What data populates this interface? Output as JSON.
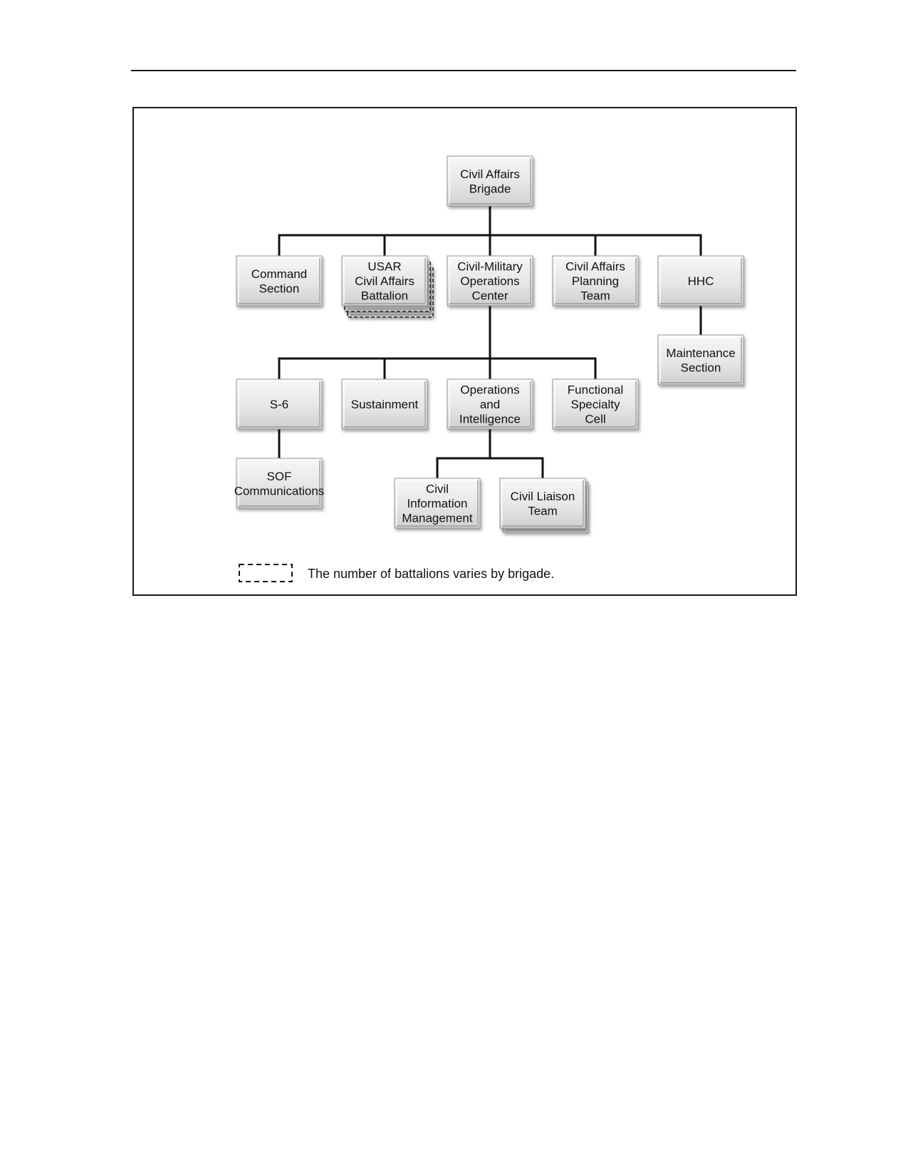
{
  "nodes": [
    {
      "id": "brigade",
      "lines": [
        "Civil Affairs",
        "Brigade"
      ]
    },
    {
      "id": "command-section",
      "lines": [
        "Command",
        "Section"
      ]
    },
    {
      "id": "usar-battalion",
      "lines": [
        "USAR",
        "Civil Affairs",
        "Battalion"
      ]
    },
    {
      "id": "cmoc",
      "lines": [
        "Civil-Military",
        "Operations",
        "Center"
      ]
    },
    {
      "id": "ca-planning-team",
      "lines": [
        "Civil Affairs",
        "Planning",
        "Team"
      ]
    },
    {
      "id": "hhc",
      "lines": [
        "HHC"
      ]
    },
    {
      "id": "maintenance-section",
      "lines": [
        "Maintenance",
        "Section"
      ]
    },
    {
      "id": "s6",
      "lines": [
        "S-6"
      ]
    },
    {
      "id": "sustainment",
      "lines": [
        "Sustainment"
      ]
    },
    {
      "id": "ops-intel",
      "lines": [
        "Operations",
        "and",
        "Intelligence"
      ]
    },
    {
      "id": "functional-specialty-cell",
      "lines": [
        "Functional",
        "Specialty",
        "Cell"
      ]
    },
    {
      "id": "sof-communications",
      "lines": [
        "SOF",
        "Communications"
      ]
    },
    {
      "id": "civil-info-management",
      "lines": [
        "Civil",
        "Information",
        "Management"
      ]
    },
    {
      "id": "civil-liaison-team",
      "lines": [
        "Civil Liaison",
        "Team"
      ]
    }
  ],
  "edges": [
    [
      "brigade",
      "command-section"
    ],
    [
      "brigade",
      "usar-battalion"
    ],
    [
      "brigade",
      "cmoc"
    ],
    [
      "brigade",
      "ca-planning-team"
    ],
    [
      "brigade",
      "hhc"
    ],
    [
      "hhc",
      "maintenance-section"
    ],
    [
      "cmoc",
      "s6"
    ],
    [
      "cmoc",
      "sustainment"
    ],
    [
      "cmoc",
      "ops-intel"
    ],
    [
      "cmoc",
      "functional-specialty-cell"
    ],
    [
      "s6",
      "sof-communications"
    ],
    [
      "ops-intel",
      "civil-info-management"
    ],
    [
      "ops-intel",
      "civil-liaison-team"
    ]
  ],
  "legend": {
    "text": "The number of battalions varies by brigade."
  },
  "colors": {
    "line": "#111111",
    "box_light": "#f7f7f7",
    "box_mid": "#e2e2e2",
    "box_dark": "#bdbdbd"
  }
}
